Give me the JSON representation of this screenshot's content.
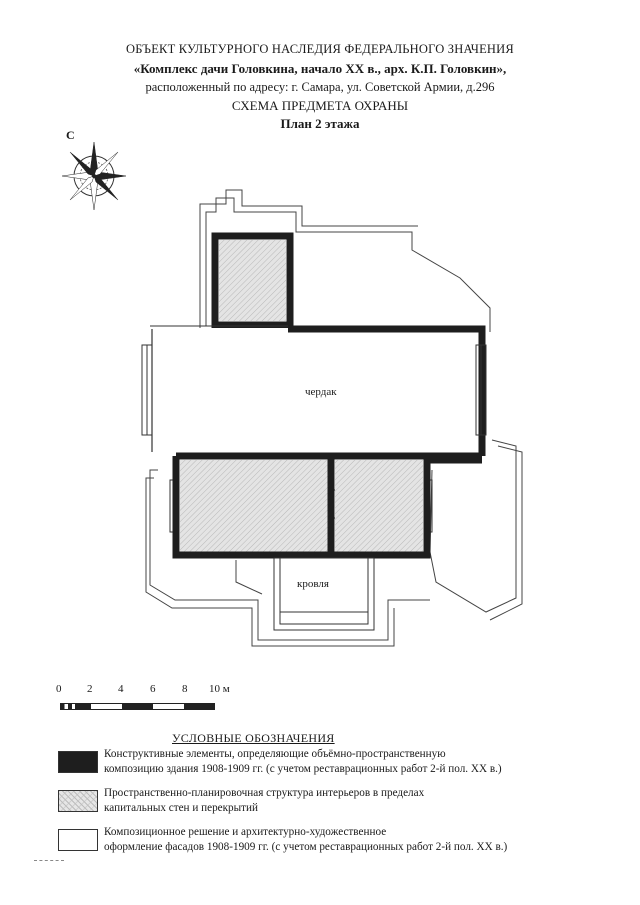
{
  "header": {
    "line1": "ОБЪЕКТ КУЛЬТУРНОГО НАСЛЕДИЯ ФЕДЕРАЛЬНОГО ЗНАЧЕНИЯ",
    "line2": "«Комплекс дачи Головкина, начало XX в., арх. К.П. Головкин»,",
    "line3": "расположенный по адресу: г. Самара, ул. Советской Армии, д.296",
    "line4": "СХЕМА ПРЕДМЕТА ОХРАНЫ",
    "line5": "План 2 этажа"
  },
  "compass": {
    "north_letter": "С",
    "icon": "compass-rose-icon"
  },
  "plan": {
    "attic_label": "чердак",
    "roof_label": "кровля"
  },
  "scale": {
    "ticks": [
      "0",
      "2",
      "4",
      "6",
      "8"
    ],
    "last_tick": "10 м"
  },
  "legend": {
    "title": "УСЛОВНЫЕ ОБОЗНАЧЕНИЯ",
    "items": [
      {
        "swatch": "dark",
        "line1": "Конструктивные элементы, определяющие объёмно-пространственную",
        "line2": "композицию здания 1908-1909 гг. (с учетом реставрационных работ 2-й пол. XX в.)"
      },
      {
        "swatch": "hatched",
        "line1": "Пространственно-планировочная структура интерьеров в пределах",
        "line2": "капитальных стен и перекрытий"
      },
      {
        "swatch": "white",
        "line1": "Композиционное решение и архитектурно-художественное",
        "line2": "оформление фасадов 1908-1909 гг. (с учетом реставрационных работ 2-й пол. XX в.)"
      }
    ]
  },
  "colors": {
    "wall": "#1e1e1e",
    "hatch_bg": "#e6e6e6",
    "outline": "#333333"
  }
}
